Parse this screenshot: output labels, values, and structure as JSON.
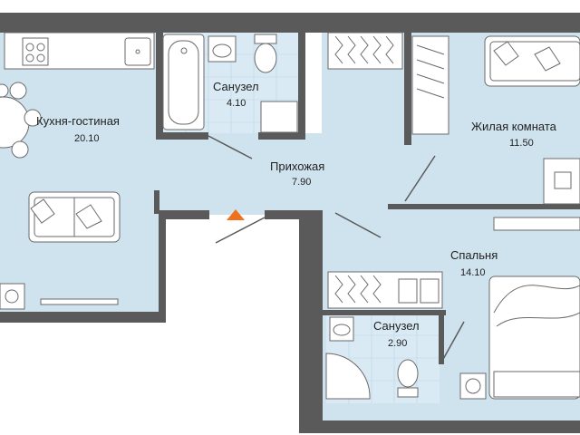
{
  "colors": {
    "wall": "#5a5a5a",
    "floor": "#cfe3ef",
    "tile": "#d9eaf4",
    "furniture_fill": "#ffffff",
    "furniture_stroke": "#6a6a6a",
    "entrance_marker": "#f0701e"
  },
  "rooms": [
    {
      "id": "kitchen-living",
      "name": "Кухня-гостиная",
      "area": "20.10"
    },
    {
      "id": "bathroom-1",
      "name": "Санузел",
      "area": "4.10"
    },
    {
      "id": "hallway",
      "name": "Прихожая",
      "area": "7.90"
    },
    {
      "id": "living-room",
      "name": "Жилая комната",
      "area": "11.50"
    },
    {
      "id": "bedroom",
      "name": "Спальня",
      "area": "14.10"
    },
    {
      "id": "bathroom-2",
      "name": "Санузел",
      "area": "2.90"
    }
  ],
  "entrance": {
    "icon": "entrance-triangle-icon"
  }
}
